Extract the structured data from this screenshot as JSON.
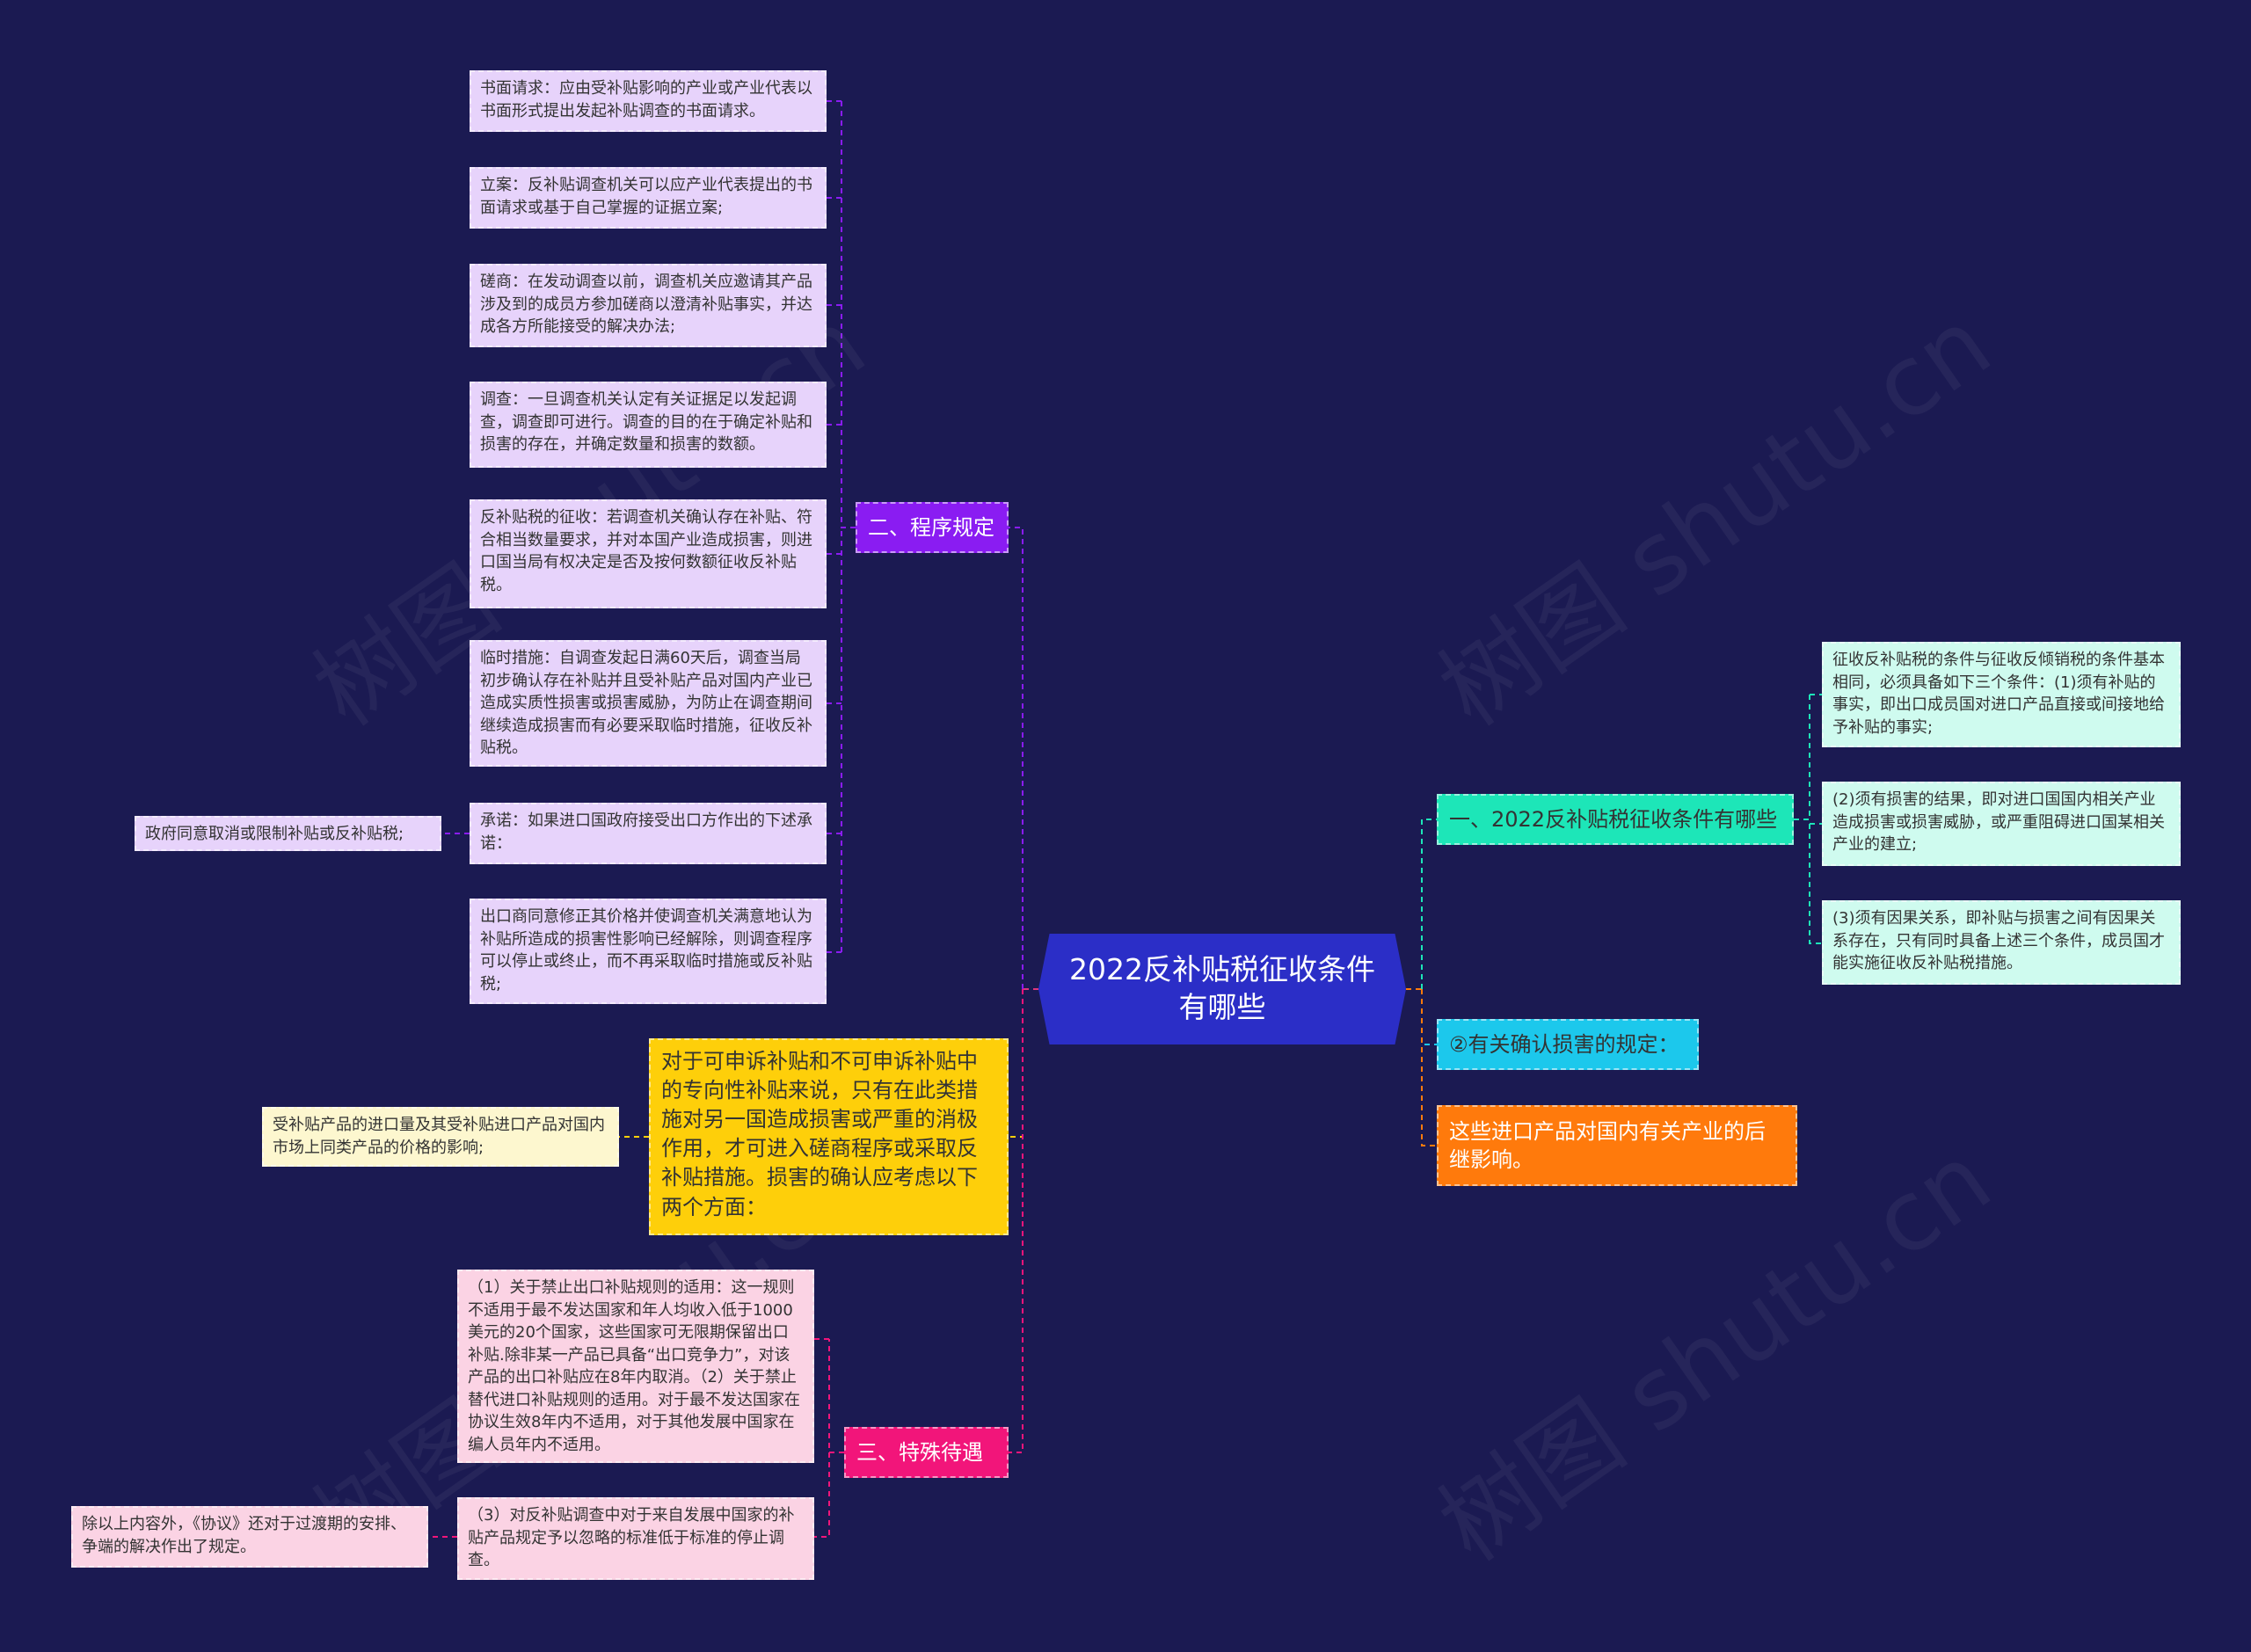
{
  "root": {
    "title": "2022反补贴税征收条件有哪些"
  },
  "branches": {
    "conditions": {
      "label": "一、2022反补贴税征收条件有哪些",
      "items": [
        "征收反补贴税的条件与征收反倾销税的条件基本相同，必须具备如下三个条件：(1)须有补贴的事实，即出口成员国对进口产品直接或间接地给予补贴的事实;",
        "(2)须有损害的结果，即对进口国国内相关产业造成损害或损害威胁，或严重阻碍进口国某相关产业的建立;",
        "(3)须有因果关系，即补贴与损害之间有因果关系存在，只有同时具备上述三个条件，成员国才能实施征收反补贴税措施。"
      ]
    },
    "injury": {
      "label": "②有关确认损害的规定："
    },
    "later": {
      "label": "这些进口产品对国内有关产业的后继影响。"
    },
    "procedure": {
      "label": "二、程序规定",
      "items": [
        "书面请求：应由受补贴影响的产业或产业代表以书面形式提出发起补贴调查的书面请求。",
        "立案：反补贴调查机关可以应产业代表提出的书面请求或基于自己掌握的证据立案;",
        "磋商：在发动调查以前，调查机关应邀请其产品涉及到的成员方参加磋商以澄清补贴事实，并达成各方所能接受的解决办法;",
        "调查：一旦调查机关认定有关证据足以发起调查，调查即可进行。调查的目的在于确定补贴和损害的存在，并确定数量和损害的数额。",
        "反补贴税的征收：若调查机关确认存在补贴、符合相当数量要求，并对本国产业造成损害，则进口国当局有权决定是否及按何数额征收反补贴税。",
        "临时措施：自调查发起日满60天后，调查当局初步确认存在补贴并且受补贴产品对国内产业已造成实质性损害或损害威胁，为防止在调查期间继续造成损害而有必要采取临时措施，征收反补贴税。",
        "承诺：如果进口国政府接受出口方作出的下述承诺：",
        "出口商同意修正其价格并使调查机关满意地认为补贴所造成的损害性影响已经解除，则调查程序可以停止或终止，而不再采取临时措施或反补贴税;"
      ],
      "sub_commitment": "政府同意取消或限制补贴或反补贴税;"
    },
    "complaint": {
      "label": "对于可申诉补贴和不可申诉补贴中的专向性补贴来说，只有在此类措施对另一国造成损害或严重的消极作用，才可进入磋商程序或采取反补贴措施。损害的确认应考虑以下两个方面：",
      "items": [
        "受补贴产品的进口量及其受补贴进口产品对国内市场上同类产品的价格的影响;"
      ]
    },
    "special": {
      "label": "三、特殊待遇",
      "items": [
        "（1）关于禁止出口补贴规则的适用：这一规则不适用于最不发达国家和年人均收入低于1000美元的20个国家，这些国家可无限期保留出口补贴.除非某一产品已具备“出口竞争力”，对该产品的出口补贴应在8年内取消。（2）关于禁止替代进口补贴规则的适用。对于最不发达国家在协议生效8年内不适用，对于其他发展中国家在编人员年内不适用。",
        "（3）对反补贴调查中对于来自发展中国家的补贴产品规定予以忽略的标准低于标准的停止调查。"
      ],
      "sub_transition": "除以上内容外，《协议》还对于过渡期的安排、争端的解决作出了规定。"
    }
  },
  "watermark": "树图 shutu.cn",
  "colors": {
    "background": "#1b1a52",
    "root": "#2b2ec7",
    "procedure": "#8a1cf2",
    "special": "#f2157a",
    "complaint": "#fecf0a",
    "conditions": "#1de6b8",
    "injury": "#1cc8ec",
    "later": "#ff7a0c"
  }
}
